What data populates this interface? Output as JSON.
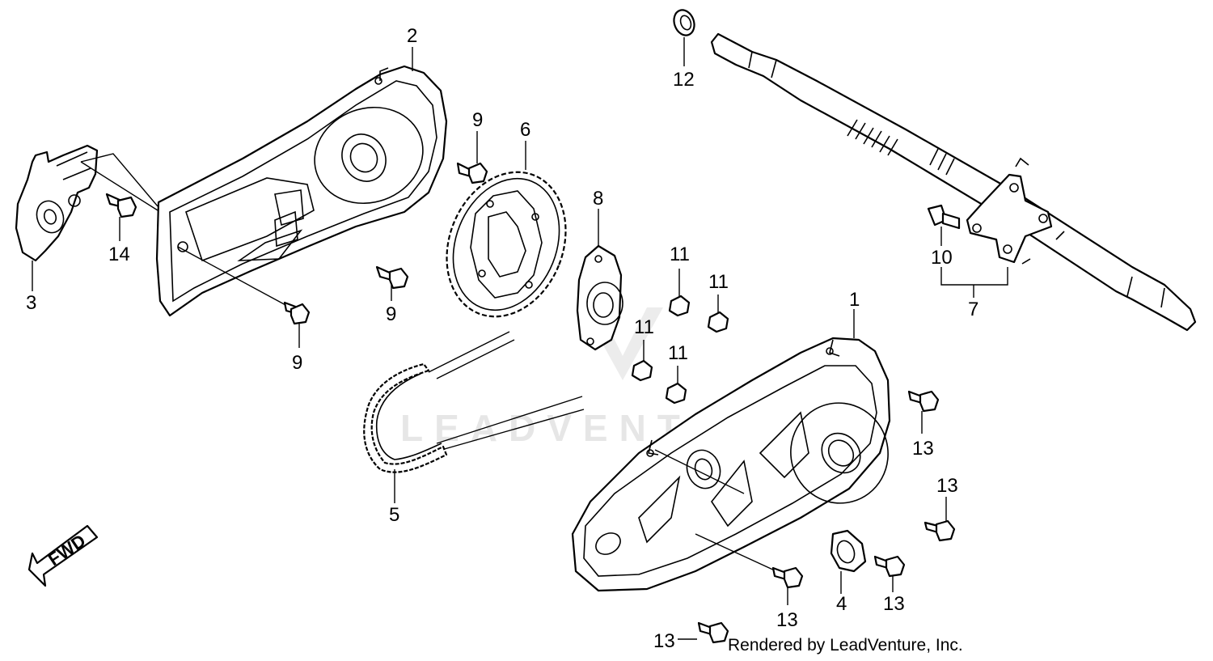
{
  "watermark": "LEADVENTURE",
  "direction_label": "FWD",
  "credit": "Rendered by LeadVenture, Inc.",
  "callouts": {
    "c1": "1",
    "c2": "2",
    "c3": "3",
    "c4": "4",
    "c5": "5",
    "c6": "6",
    "c7": "7",
    "c8": "8",
    "c9a": "9",
    "c9b": "9",
    "c9c": "9",
    "c10": "10",
    "c11a": "11",
    "c11b": "11",
    "c11c": "11",
    "c11d": "11",
    "c12": "12",
    "c13a": "13",
    "c13b": "13",
    "c13c": "13",
    "c13d": "13",
    "c13e": "13",
    "c14": "14"
  }
}
